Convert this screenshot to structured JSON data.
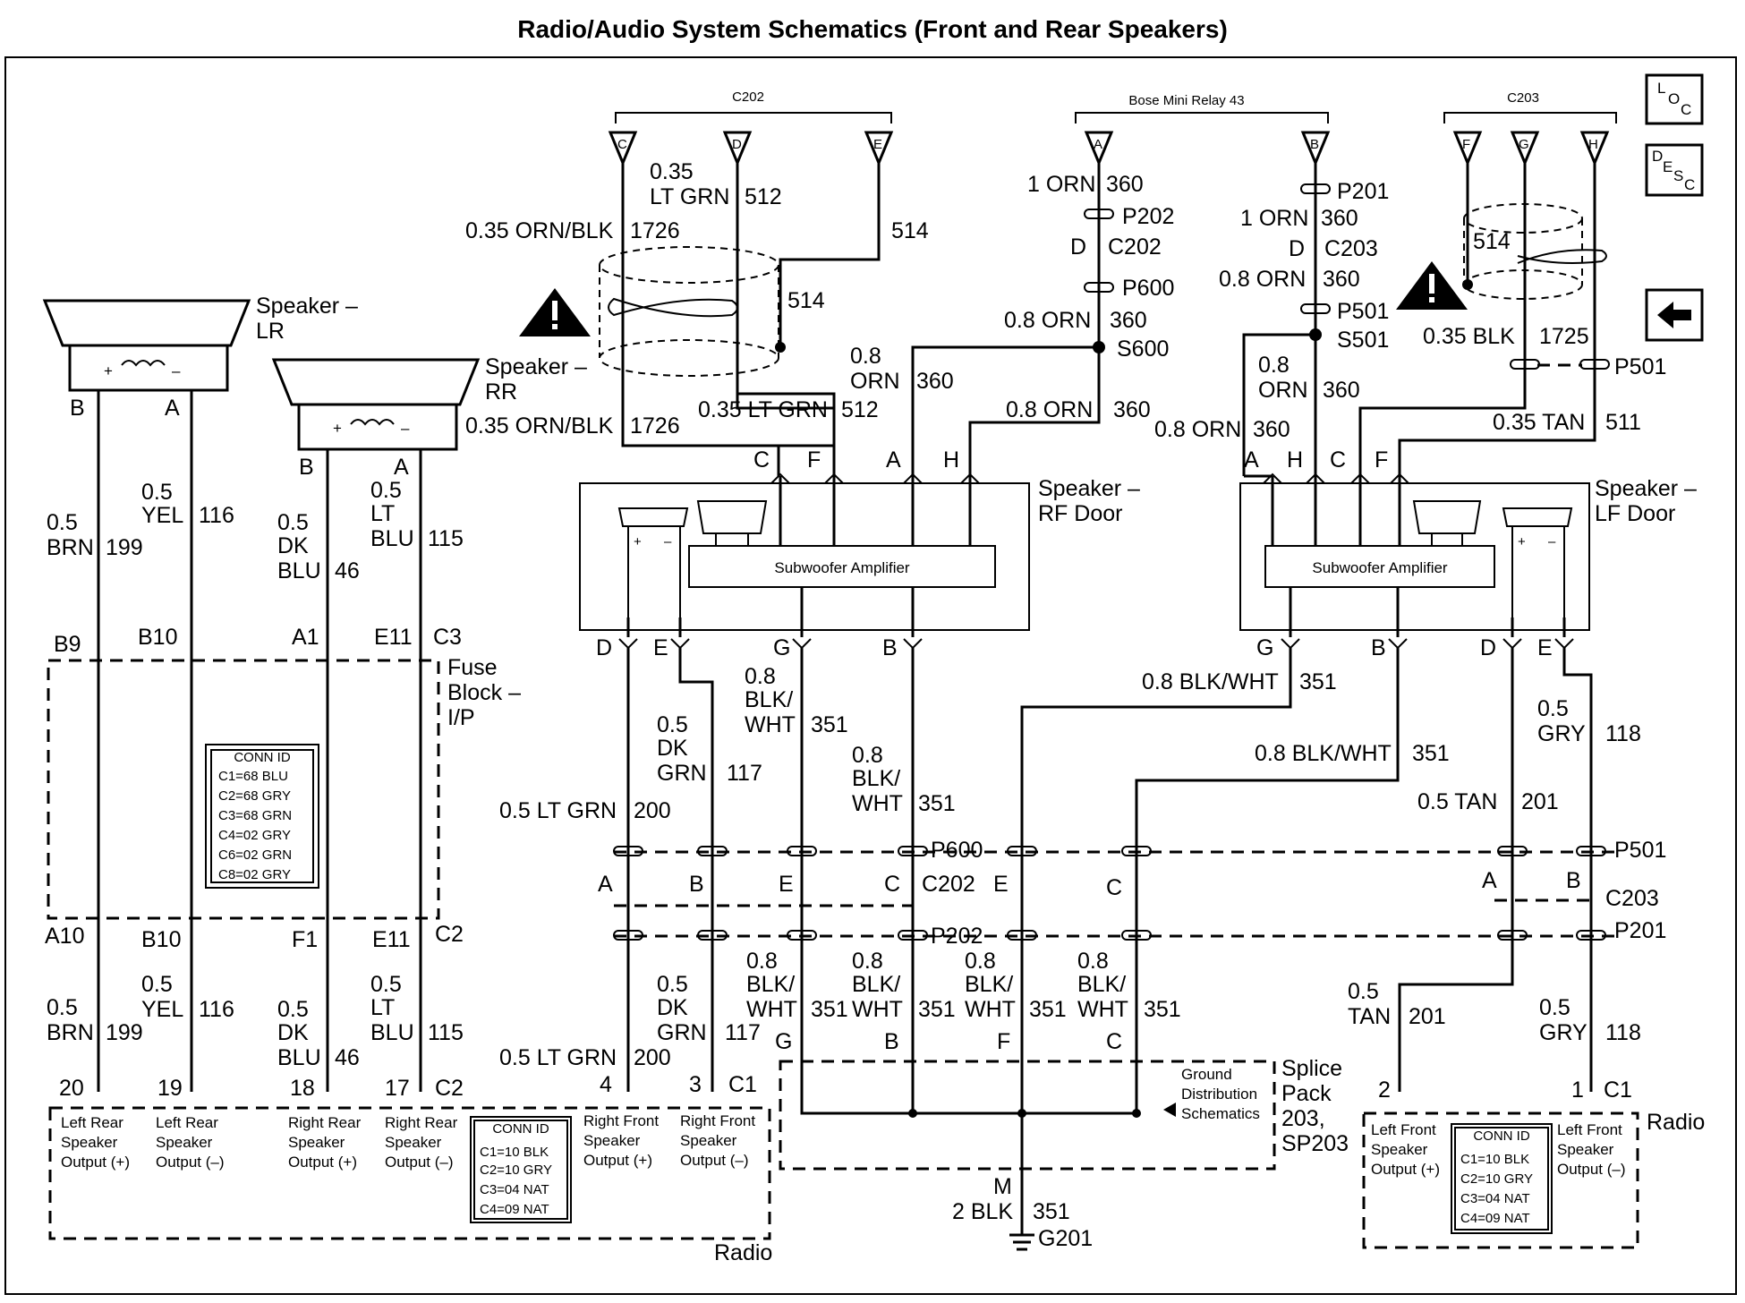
{
  "title": "Radio/Audio System Schematics (Front and Rear Speakers)",
  "nav": {
    "loc_label": "LOC",
    "desc_label": "DESC",
    "back_arrow": "arrow-left-icon"
  },
  "connectors": {
    "c202": "C202",
    "bose": "Bose Mini Relay 43",
    "c203": "C203"
  },
  "components": {
    "speaker_lr": [
      "Speaker –",
      "LR"
    ],
    "speaker_rr": [
      "Speaker –",
      "RR"
    ],
    "speaker_rf": [
      "Speaker –",
      "RF Door"
    ],
    "speaker_lf": [
      "Speaker –",
      "LF Door"
    ],
    "sub_amp": "Subwoofer Amplifier",
    "fuse_block": [
      "Fuse",
      "Block –",
      "I/P"
    ],
    "radio": "Radio",
    "splice_pack": [
      "Splice",
      "Pack",
      "203,",
      "SP203"
    ],
    "ground_ref": [
      "Ground",
      "Distribution",
      "Schematics"
    ],
    "ground": "G201"
  },
  "conn_id_fuse": {
    "header": "CONN ID",
    "rows": [
      "C1=68 BLU",
      "C2=68 GRY",
      "C3=68 GRN",
      "C4=02 GRY",
      "C6=02 GRN",
      "C8=02 GRY"
    ]
  },
  "conn_id_radio": {
    "header": "CONN ID",
    "rows": [
      "C1=10 BLK",
      "C2=10 GRY",
      "C3=04 NAT",
      "C4=09 NAT"
    ]
  },
  "conn_id_radio_right": {
    "header": "CONN ID",
    "rows": [
      "C1=10 BLK",
      "C2=10 GRY",
      "C3=04 NAT",
      "C4=09 NAT"
    ]
  },
  "radio_outputs": [
    [
      "Left Rear",
      "Speaker",
      "Output (+)"
    ],
    [
      "Left Rear",
      "Speaker",
      "Output (–)"
    ],
    [
      "Right Rear",
      "Speaker",
      "Output (+)"
    ],
    [
      "Right Rear",
      "Speaker",
      "Output (–)"
    ],
    [
      "Right Front",
      "Speaker",
      "Output (+)"
    ],
    [
      "Right Front",
      "Speaker",
      "Output (–)"
    ],
    [
      "Left Front",
      "Speaker",
      "Output (+)"
    ],
    [
      "Left Front",
      "Speaker",
      "Output (–)"
    ]
  ],
  "wires": {
    "w1726": "0.35 ORN/BLK",
    "c1726": "1726",
    "w512a": [
      "0.35",
      "LT GRN"
    ],
    "c512": "512",
    "c514": "514",
    "w512b": "0.35 LT GRN",
    "w360_1": "1 ORN",
    "c360": "360",
    "w08orn": "0.8 ORN",
    "w08orn_split": [
      "0.8",
      "ORN"
    ],
    "w035blk": "0.35 BLK",
    "c1725": "1725",
    "w035tan": "0.35 TAN",
    "c511": "511",
    "w05brn": [
      "0.5",
      "BRN"
    ],
    "c199": "199",
    "w05yel": [
      "0.5",
      "YEL"
    ],
    "c116": "116",
    "w05dkblu": [
      "0.5",
      "DK",
      "BLU"
    ],
    "c46": "46",
    "w05ltblu": [
      "0.5",
      "LT",
      "BLU"
    ],
    "c115": "115",
    "w05ltgrn": "0.5 LT GRN",
    "c200": "200",
    "w05dkgrn": [
      "0.5",
      "DK",
      "GRN"
    ],
    "c117": "117",
    "w08blkwht": [
      "0.8",
      "BLK/",
      "WHT"
    ],
    "c351": "351",
    "w08blkwht_line": "0.8 BLK/WHT",
    "w05tan_line": "0.5 TAN",
    "c201": "201",
    "w05tan": [
      "0.5",
      "TAN"
    ],
    "w05gry": [
      "0.5",
      "GRY"
    ],
    "c118": "118",
    "w2blk": "2 BLK"
  },
  "splices": {
    "s600": "S600",
    "s501": "S501"
  },
  "inline": {
    "p202": "P202",
    "p600": "P600",
    "p201": "P201",
    "p501": "P501",
    "c202": "C202",
    "c203": "C203"
  },
  "pins": {
    "c202_top": [
      "C",
      "D",
      "E"
    ],
    "bose": [
      "A",
      "B"
    ],
    "c203_top": [
      "F",
      "G",
      "H"
    ],
    "rf_top": [
      "C",
      "F",
      "A",
      "H"
    ],
    "lf_top": [
      "A",
      "H",
      "C",
      "F"
    ],
    "rf_bot": [
      "D",
      "E",
      "G",
      "B"
    ],
    "lf_bot": [
      "G",
      "B",
      "D",
      "E"
    ],
    "lr": [
      "B",
      "A"
    ],
    "rr": [
      "B",
      "A"
    ],
    "fuse_top": [
      "B9",
      "B10",
      "A1",
      "E11",
      "C3"
    ],
    "fuse_bot": [
      "A10",
      "B10",
      "F1",
      "E11",
      "C2"
    ],
    "radio_pins": [
      "20",
      "19",
      "18",
      "17",
      "C2",
      "4",
      "3",
      "C1"
    ],
    "radio_pins_r": [
      "2",
      "1",
      "C1"
    ],
    "mid_abec": [
      "A",
      "B",
      "E",
      "C"
    ],
    "mid_ec": [
      "E",
      "C"
    ],
    "mid_ab": [
      "A",
      "B"
    ],
    "sp_pins": [
      "G",
      "B",
      "F",
      "C"
    ],
    "ground_pin": "M",
    "d_c202": "D",
    "d_c203": "D",
    "c202_mid": "C202"
  }
}
